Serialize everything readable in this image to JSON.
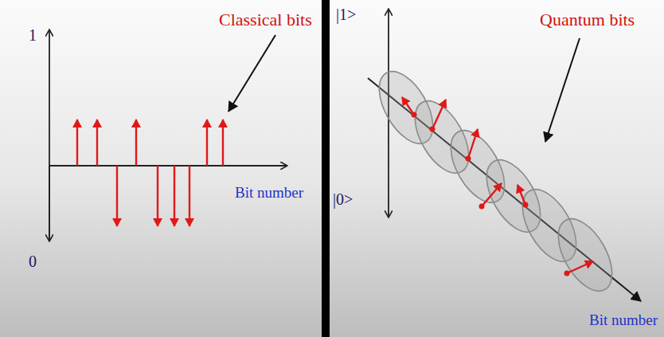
{
  "diagram": {
    "labels": [
      "1",
      "0",
      "Classical bits",
      "Bit number",
      "|1>",
      "|0>",
      "Quantum bits",
      "Bit number"
    ]
  }
}
